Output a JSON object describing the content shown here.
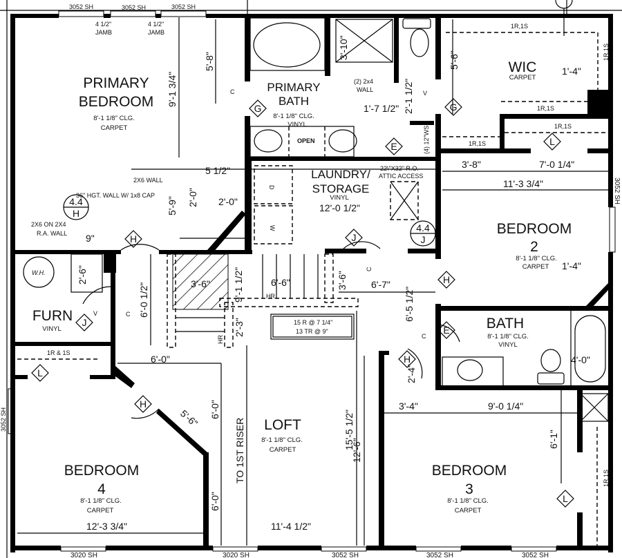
{
  "rooms": {
    "primary_bedroom": {
      "name1": "PRIMARY",
      "name2": "BEDROOM",
      "ceiling": "8'-1 1/8\" CLG.",
      "floor": "CARPET"
    },
    "primary_bath": {
      "name1": "PRIMARY",
      "name2": "BATH",
      "ceiling": "8'-1 1/8\" CLG.",
      "floor": "VINYL"
    },
    "wic": {
      "name": "WIC",
      "floor": "CARPET"
    },
    "laundry": {
      "name1": "LAUNDRY/",
      "name2": "STORAGE",
      "floor": "VINYL"
    },
    "bedroom2": {
      "name1": "BEDROOM",
      "name2": "2",
      "ceiling": "8'-1 1/8\" CLG.",
      "floor": "CARPET"
    },
    "furn": {
      "name": "FURN",
      "floor": "VINYL"
    },
    "bath": {
      "name": "BATH",
      "ceiling": "8'-1 1/8\" CLG.",
      "floor": "VINYL"
    },
    "loft": {
      "name": "LOFT",
      "ceiling": "8'-1 1/8\" CLG.",
      "floor": "CARPET"
    },
    "bedroom4": {
      "name1": "BEDROOM",
      "name2": "4",
      "ceiling": "8'-1 1/8\" CLG.",
      "floor": "CARPET"
    },
    "bedroom3": {
      "name1": "BEDROOM",
      "name2": "3",
      "ceiling": "8'-1 1/8\" CLG.",
      "floor": "CARPET"
    }
  },
  "windows": {
    "top1": "3052 SH",
    "top2": "3052 SH",
    "top3": "3052 SH",
    "left": "3052 SH",
    "right": "3052 SH",
    "bot1": "3020 SH",
    "bot2": "3020 SH",
    "bot3": "3052 SH",
    "bot4": "3052 SH",
    "bot5": "3052 SH"
  },
  "notes": {
    "jamb1_a": "4 1/2\"",
    "jamb1_b": "JAMB",
    "jamb2_a": "4 1/2\"",
    "jamb2_b": "JAMB",
    "wall_2x4_a": "(2) 2x4",
    "wall_2x4_b": "WALL",
    "ws": "(4) 12\"WS",
    "open": "OPEN",
    "attic_a": "22\\\"X32\" R.O.",
    "attic_b": "ATTIC ACCESS",
    "wall_2x6": "2X6 WALL",
    "hgt_wall": "36\" HGT. WALL W/ 1x8 CAP",
    "ra_wall_a": "2X6 ON 2X4",
    "ra_wall_b": "R.A. WALL",
    "wh": "W.H.",
    "stairs_a": "15 R @ 7 1/4\"",
    "stairs_b": "13 TR @ 9\"",
    "to_riser": "TO 1ST RISER",
    "hr1": "HR",
    "hr2": "HR",
    "shelf_1r1s": "1R,1S",
    "shelf_1r_1s": "1R & 1S",
    "dryer": "D",
    "washer": "W"
  },
  "tags": {
    "G": "G",
    "E": "E",
    "H": "H",
    "J": "J",
    "L": "L",
    "C": "C",
    "V": "V",
    "sec": "4.4"
  },
  "dimensions": {
    "pb_9_1_34": "9'-1 3/4\"",
    "pb_5_8": "5'-8\"",
    "shower_3_10": "3'-10\"",
    "wic_5_6": "5'-6\"",
    "wic_1_4": "1'-4\"",
    "bath_1_7_12": "1'-7 1/2\"",
    "bath_2_1_12": "2'-1 1/2\"",
    "d_5_12": "5 1/2\"",
    "d_2_0a": "2'-0\"",
    "d_2_0b": "2'-0\"",
    "d_5_9": "5'-9\"",
    "d_9": "9\"",
    "laundry_12_0_12": "12'-0 1/2\"",
    "d_3_8": "3'-8\"",
    "d_7_0_14": "7'-0 1/4\"",
    "d_11_3_34": "11'-3 3/4\"",
    "b2_1_4": "1'-4\"",
    "d_2_6": "2'-6\"",
    "d_6_0_12": "6'-0 1/2\"",
    "d_3_6a": "3'-6\"",
    "d_9_1_2": "9'-1 1/2\"",
    "d_6_6": "6'-6\"",
    "d_3_6b": "3'-6\"",
    "d_6_7": "6'-7\"",
    "d_6_5_12": "6'-5 1/2\"",
    "d_2_3": "2'-3\"",
    "d_6_0a": "6'-0\"",
    "d_6_0b": "6'-0\"",
    "d_6_0c": "6'-0\"",
    "d_5_6": "5'-6\"",
    "d_2_4": "2'-4\"",
    "d_4_0": "4'-0\"",
    "d_3_4": "3'-4\"",
    "d_9_0_14": "9'-0 1/4\"",
    "d_6_1": "6'-1\"",
    "d_15_5_12": "15'-5 1/2\"",
    "d_12_6": "12'-6\"",
    "d_12_3_34": "12'-3 3/4\"",
    "d_11_4_12": "11'-4 1/2\""
  }
}
